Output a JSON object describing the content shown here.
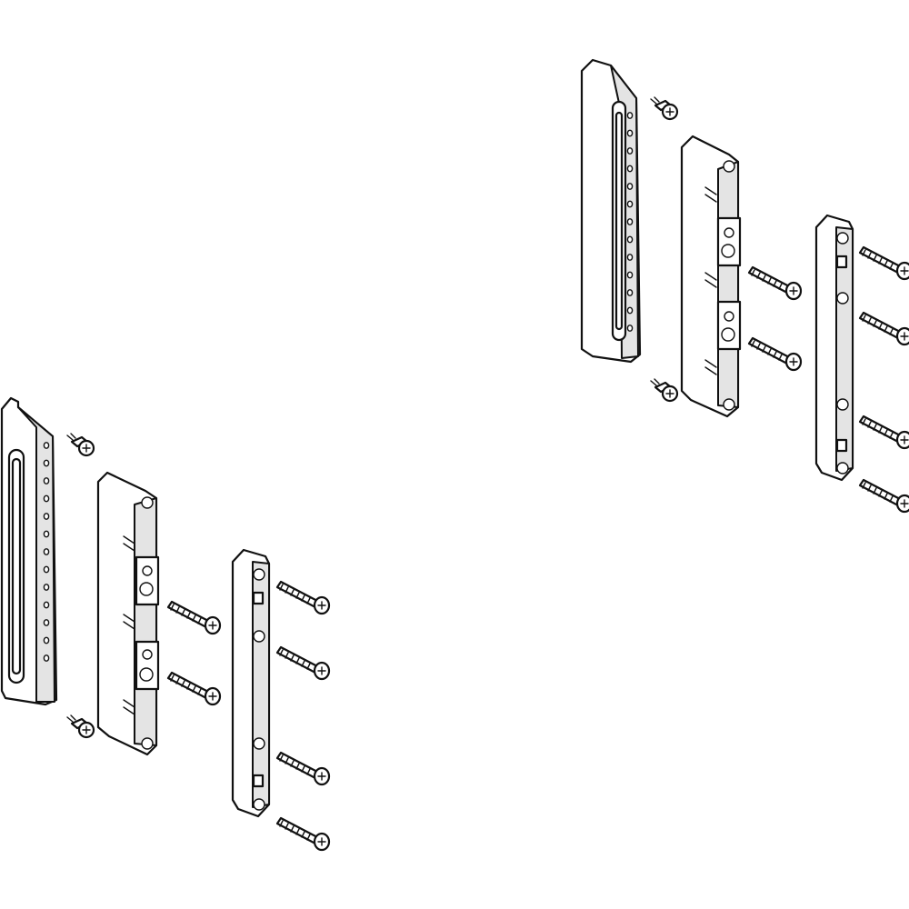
{
  "figure": {
    "kind": "exploded assembly drawing, no printed text",
    "line_color": "#111111",
    "shade_color": "#e4e4e4",
    "background": "#ffffff"
  },
  "assemblies": [
    {
      "id": "left-assembly",
      "parts": [
        "mounting-bracket",
        "comb-spacer-block",
        "terminal-bar",
        "bracket-screws",
        "block-screws",
        "bar-screws"
      ]
    },
    {
      "id": "right-assembly",
      "parts": [
        "mounting-bracket",
        "comb-spacer-block",
        "terminal-bar",
        "bracket-screws",
        "block-screws",
        "bar-screws"
      ]
    }
  ],
  "counts": {
    "bracket_screws_per_assembly": 2,
    "block_screws_per_assembly": 2,
    "bar_screws_per_assembly": 4,
    "bracket_holes_per_assembly": 13
  }
}
